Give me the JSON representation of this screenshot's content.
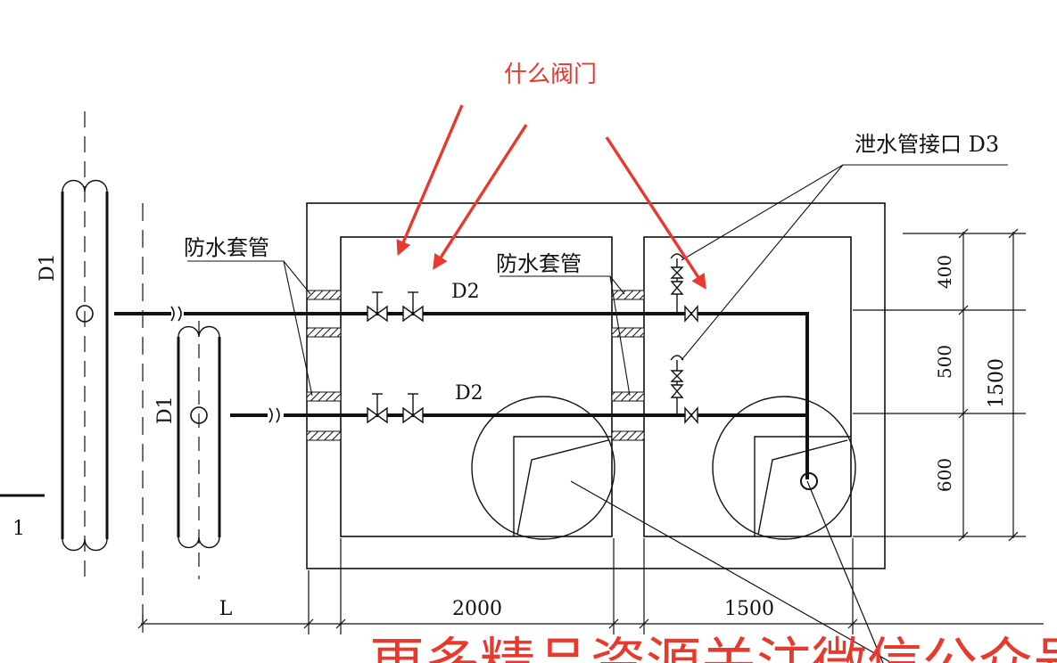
{
  "annotation": {
    "label": "什么阀门",
    "color": "#e8392f"
  },
  "labels": {
    "sleeve_left": "防水套管",
    "sleeve_mid": "防水套管",
    "drain": "泄水管接口 D3",
    "d1_big": "D1",
    "d1_small": "D1",
    "d2_top": "D2",
    "d2_bottom": "D2",
    "left_mark": "1"
  },
  "dimensions": {
    "bottom": [
      "L",
      "2000",
      "1500"
    ],
    "right_segments": [
      "400",
      "500",
      "600"
    ],
    "right_total": "1500"
  },
  "watermark": {
    "text": "更多精品资源关注微信公众号",
    "color": "#e8392f"
  },
  "colors": {
    "line": "#111111",
    "hatch": "#111111"
  }
}
